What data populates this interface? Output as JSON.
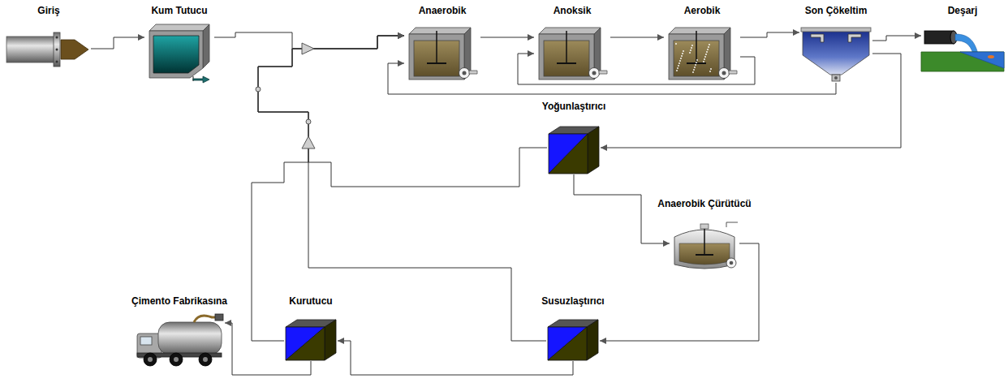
{
  "diagram": {
    "nodes": [
      {
        "text": [
          "Giriş"
        ]
      },
      {
        "text": [
          "Kum Tutucu"
        ]
      },
      {
        "text": [
          "Anaerobik"
        ]
      },
      {
        "text": [
          "Anoksik"
        ]
      },
      {
        "text": [
          "Aerobik"
        ]
      },
      {
        "text": [
          "Son Çökeltim"
        ]
      },
      {
        "text": [
          "Deşarj"
        ]
      },
      {
        "text": [
          "Yoğunlaştırıcı"
        ]
      },
      {
        "text": [
          "Anaerobik Çürütücü"
        ]
      },
      {
        "text": [
          "Çimento Fabrikasına"
        ]
      },
      {
        "text": [
          "Kurutucu"
        ]
      },
      {
        "text": [
          "Susuzlaştırıcı"
        ]
      }
    ],
    "edges": [
      {
        "from": 0,
        "to": 1,
        "arrow": "to"
      },
      {
        "from": 1,
        "to": 2,
        "arrow": "to"
      },
      {
        "from": 2,
        "to": 3,
        "arrow": "to"
      },
      {
        "from": 3,
        "to": 4,
        "arrow": "to"
      },
      {
        "from": 4,
        "to": 5,
        "arrow": "to"
      },
      {
        "from": 5,
        "to": 6,
        "arrow": "to"
      },
      {
        "from": 4,
        "to": 3,
        "arrow": "to"
      },
      {
        "from": 5,
        "to": 2,
        "arrow": "to"
      },
      {
        "from": 5,
        "to": 7,
        "arrow": "to"
      },
      {
        "from": 7,
        "to": 2,
        "arrow": "to"
      },
      {
        "from": 7,
        "to": 8,
        "arrow": "to"
      },
      {
        "from": 8,
        "to": 11,
        "arrow": "to"
      },
      {
        "from": 11,
        "to": 2,
        "arrow": "to"
      },
      {
        "from": 11,
        "to": 10,
        "arrow": "to"
      },
      {
        "from": 10,
        "to": 2,
        "arrow": "to"
      },
      {
        "from": 10,
        "to": 9,
        "arrow": "to"
      }
    ]
  }
}
